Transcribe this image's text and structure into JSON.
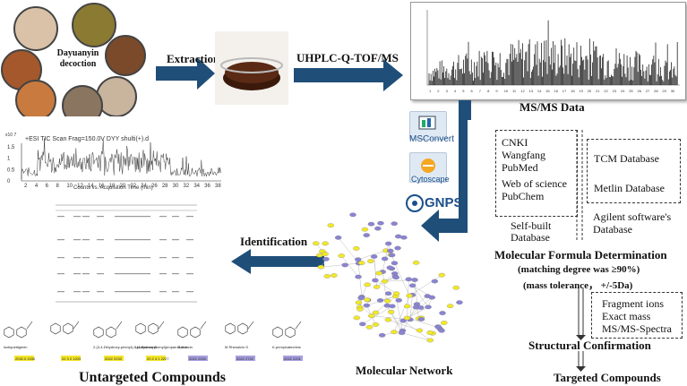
{
  "herbs": {
    "label_line1": "Dayuanyin",
    "label_line2": "decoction"
  },
  "steps": {
    "extraction": "Extraction",
    "uhplc": "UHPLC-Q-TOF/MS",
    "msms": "MS/MS Data",
    "identification": "Identification",
    "molecular_network": "Molecular Network",
    "untargeted": "Untargeted Compounds"
  },
  "tools": [
    {
      "name": "MSConvert",
      "icon": "msconvert-icon"
    },
    {
      "name": "Cytoscape",
      "icon": "cytoscape-icon"
    },
    {
      "name": "GNPS",
      "icon": "gnps-icon"
    }
  ],
  "tic": {
    "title": "+ESI TIC Scan Frag=150.0V DYY shulti(+).d",
    "scale": "x10 7",
    "yticks": [
      "1.5",
      "1",
      "0.5",
      "0"
    ],
    "xticks": [
      "2",
      "4",
      "6",
      "8",
      "10",
      "12",
      "14",
      "16",
      "18",
      "20",
      "22",
      "24",
      "26",
      "28",
      "30",
      "32",
      "34",
      "36",
      "38"
    ],
    "xlabel": "Counts vs. Acquisition Time (min)"
  },
  "databases": {
    "left": [
      "CNKI",
      "Wangfang",
      "PubMed",
      "Web of science",
      "PubChem"
    ],
    "selfbuilt": "Self-built Database",
    "tcm": "TCM Database",
    "metlin": "Metlin Database",
    "agilent": "Agilent software's Database"
  },
  "mfd": {
    "title": "Molecular Formula Determination",
    "line1": "(matching degree was ≥90%)",
    "line2": "(mass tolerance， +/-5Da)"
  },
  "fragments": [
    "Fragment ions",
    "Exact mass",
    "MS/MS-Spectra"
  ],
  "structural": "Structural Confirmation",
  "targeted": "Targeted Compounds",
  "compounds": [
    {
      "name": "Isoliquiritigenin",
      "tag": "2032.0 2030",
      "color": "yellow"
    },
    {
      "name": "",
      "tag": "22 3 2 1203",
      "color": "yellow"
    },
    {
      "name": "2-(3,4-Dihydroxy-phenyl)-2-(4-hydroxyphenyl)propan-1-one",
      "tag": "2022 2233",
      "color": "yellow"
    },
    {
      "name": "Licoflavone A",
      "tag": "20 2 4 1 2227",
      "color": "yellow"
    },
    {
      "name": "Malbaicin",
      "tag": "2022 2200",
      "color": "purple"
    },
    {
      "name": "M Rhesaicin G",
      "tag": "2022 2722",
      "color": "purple"
    },
    {
      "name": "K-prenylcatechins",
      "tag": "2022 2201",
      "color": "purple"
    }
  ],
  "colors": {
    "arrow": "#1f4e79",
    "node_yellow": "#f2e829",
    "node_purple": "#8a84d2"
  }
}
